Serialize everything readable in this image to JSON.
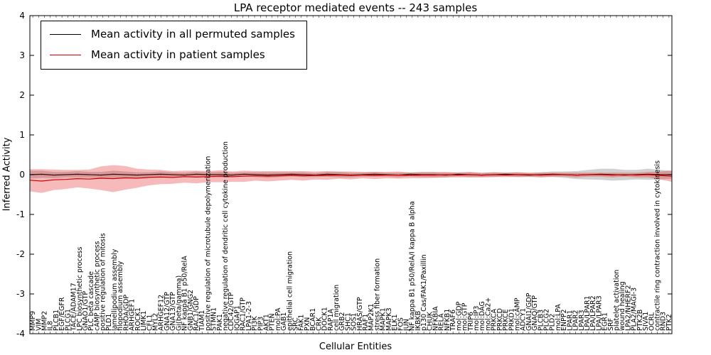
{
  "title": "LPA receptor mediated events -- 243 samples",
  "axes": {
    "xlabel": "Cellular Entities",
    "ylabel": "Inferred Activity"
  },
  "legend": {
    "items": [
      {
        "label": "Mean activity in all permuted samples",
        "color": "#000000"
      },
      {
        "label": "Mean activity in patient samples",
        "color": "#d40000"
      }
    ]
  },
  "chart_data": {
    "type": "line",
    "title": "LPA receptor mediated events -- 243 samples",
    "xlabel": "Cellular Entities",
    "ylabel": "Inferred Activity",
    "ylim": [
      -4,
      4
    ],
    "yticks": [
      4,
      3,
      2,
      1,
      0,
      -1,
      -2,
      -3,
      -4
    ],
    "grid": false,
    "legend_position": "upper left",
    "categories": [
      "MMP9",
      "VIM",
      "MMP2",
      "IL8",
      "PLCB1",
      "EGF/EGFR",
      "PLCG1",
      "TACE/ADAM17",
      "LPC biosynthetic process",
      "GNAO1/GTP",
      "PLC beta cascade",
      "cAMP biosynthetic process",
      "positive regulation of mitosis",
      "PLD1",
      "lamellipodium assembly",
      "filopodium assembly",
      "RHOA/GDP",
      "ARHGEF1",
      "ROCK1",
      "LIMK1",
      "CFL1",
      "MYL2",
      "ARHGEF12",
      "GNA12/GTP",
      "GNA13/GTP",
      "Gi(beta/gamma)",
      "NF kappa B1 p50/RelA",
      "GNB1/GNG2",
      "RAC1/GDP",
      "TIAM1",
      "positive regulation of microtubule depolymerization",
      "STMN1",
      "PAK1",
      "negative regulation of dendritic cell cytokine production",
      "CDC42/GTP",
      "IQGAP1",
      "RAC1/GTP",
      "LPA1-2-3",
      "PI3K",
      "PIP3",
      "AKT1",
      "PTEN",
      "mol:PA",
      "GAB1",
      "epithelial cell migration",
      "SRC",
      "FAK1",
      "PXN",
      "BCAR1",
      "CRK",
      "DOCK1",
      "RAP1A",
      "cell migration",
      "GRB2",
      "SHC1",
      "SOS1",
      "HRAS/GTP",
      "RAF1",
      "MAP2K1",
      "stress fiber formation",
      "MAPK1",
      "MAPK3",
      "ELK1",
      "FOS",
      "JUN",
      "NF kappa B1 p50/RelA/I kappa B alpha",
      "IKBKB",
      "p130 Cas/FAK1/Paxillin",
      "CHUK",
      "NFKBIA",
      "RELA",
      "NFKB1",
      "TRAF6",
      "mol:GDP",
      "mol:GTP",
      "TRIP6",
      "mol:IP3",
      "mol:DAG",
      "mol:Ca2+",
      "PRKCA",
      "PRKCD",
      "PRKCE",
      "PRKD1",
      "mol:cAMP",
      "ADCY1",
      "GNAI1/GDP",
      "GNAQ/GTP",
      "PLCB3",
      "PLCG2",
      "PLD2",
      "mol:LPA",
      "ENPP2",
      "LPAR1",
      "LPAR2",
      "LPAR3",
      "LPA/LPAR1",
      "LPA/LPAR2",
      "LPA/LPAR3",
      "EGR1",
      "SRF",
      "platelet activation",
      "wound healing",
      "LPA2/NHERF2",
      "PLA2/MAGI-3",
      "PTK2B",
      "SIVA1",
      "OCRL",
      "contractile ring contraction involved in cytokinesis",
      "RND3",
      "PTK2"
    ],
    "series": [
      {
        "name": "Mean activity in all permuted samples",
        "color": "#000000",
        "band_color": "#999999",
        "band_opacity": 0.45,
        "values": [
          0.0,
          0.01,
          -0.01,
          0.0,
          0.01,
          0.0,
          -0.01,
          0.01,
          0.0,
          -0.01,
          0.0,
          0.01,
          0.0,
          -0.01,
          0.01,
          0.0,
          0.0,
          -0.01,
          0.01,
          0.0,
          -0.01,
          0.0,
          0.01,
          0.0,
          -0.01,
          0.01,
          0.0,
          -0.01,
          0.0,
          0.01,
          0.0,
          -0.01,
          0.01,
          0.0,
          0.0,
          -0.01,
          0.01,
          0.0,
          -0.01,
          0.0,
          0.01,
          0.0,
          -0.01,
          0.0,
          0.01,
          0.0,
          -0.01,
          0.0,
          0.01,
          0.0,
          -0.01,
          0.0,
          0.01,
          0.0,
          0.0
        ],
        "band_halfwidth": [
          0.1,
          0.09,
          0.08,
          0.07,
          0.08,
          0.07,
          0.08,
          0.09,
          0.08,
          0.07,
          0.06,
          0.07,
          0.06,
          0.06,
          0.07,
          0.06,
          0.07,
          0.06,
          0.05,
          0.06,
          0.07,
          0.06,
          0.05,
          0.06,
          0.05,
          0.06,
          0.07,
          0.06,
          0.05,
          0.06,
          0.05,
          0.06,
          0.05,
          0.06,
          0.07,
          0.06,
          0.05,
          0.06,
          0.05,
          0.06,
          0.05,
          0.06,
          0.05,
          0.06,
          0.07,
          0.08,
          0.1,
          0.12,
          0.14,
          0.15,
          0.13,
          0.12,
          0.14,
          0.12,
          0.1
        ]
      },
      {
        "name": "Mean activity in patient samples",
        "color": "#d40000",
        "band_color": "#e41a1c",
        "band_opacity": 0.3,
        "values": [
          -0.14,
          -0.16,
          -0.13,
          -0.12,
          -0.1,
          -0.11,
          -0.09,
          -0.1,
          -0.08,
          -0.09,
          -0.07,
          -0.06,
          -0.07,
          -0.05,
          -0.06,
          -0.05,
          -0.04,
          -0.05,
          -0.04,
          -0.03,
          -0.04,
          -0.03,
          -0.02,
          -0.03,
          -0.02,
          -0.02,
          -0.01,
          -0.02,
          -0.01,
          -0.02,
          -0.01,
          -0.01,
          -0.02,
          -0.01,
          -0.01,
          0.0,
          -0.01,
          0.0,
          -0.01,
          0.0,
          -0.01,
          0.0,
          0.0,
          -0.01,
          0.0,
          0.0,
          -0.01,
          0.0,
          0.0,
          -0.01,
          0.0,
          -0.01,
          0.0,
          -0.02,
          -0.04
        ],
        "band_halfwidth": [
          0.28,
          0.3,
          0.26,
          0.24,
          0.22,
          0.24,
          0.3,
          0.34,
          0.3,
          0.24,
          0.2,
          0.18,
          0.16,
          0.15,
          0.16,
          0.14,
          0.15,
          0.13,
          0.14,
          0.12,
          0.13,
          0.12,
          0.11,
          0.12,
          0.1,
          0.11,
          0.09,
          0.1,
          0.08,
          0.09,
          0.08,
          0.09,
          0.07,
          0.08,
          0.07,
          0.07,
          0.06,
          0.07,
          0.06,
          0.06,
          0.05,
          0.06,
          0.05,
          0.06,
          0.05,
          0.05,
          0.06,
          0.05,
          0.05,
          0.06,
          0.05,
          0.06,
          0.07,
          0.1,
          0.14
        ]
      }
    ]
  }
}
